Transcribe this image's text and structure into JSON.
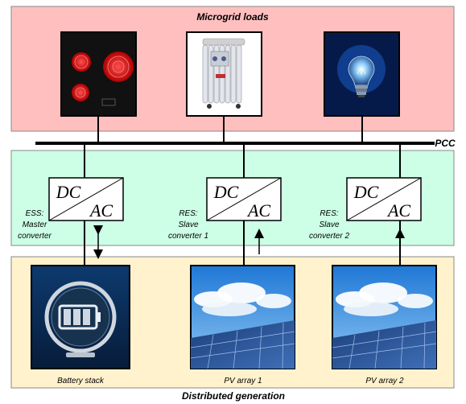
{
  "loads": {
    "title": "Microgrid loads",
    "items": [
      {
        "icon": "ceramic-cooktop-icon"
      },
      {
        "icon": "oil-radiator-heater-icon"
      },
      {
        "icon": "light-bulb-icon"
      }
    ]
  },
  "bus": {
    "label": "PCC"
  },
  "converters": [
    {
      "top": "DC",
      "bottom": "AC",
      "caption": [
        "ESS:",
        "Master",
        "converter"
      ],
      "power_flow": "bidirectional"
    },
    {
      "top": "DC",
      "bottom": "AC",
      "caption": [
        "RES:",
        "Slave",
        "converter 1"
      ],
      "power_flow": "up"
    },
    {
      "top": "DC",
      "bottom": "AC",
      "caption": [
        "RES:",
        "Slave",
        "converter 2"
      ],
      "power_flow": "up"
    }
  ],
  "generation": {
    "title": "Distributed generation",
    "items": [
      {
        "label": "Battery stack",
        "icon": "battery-icon"
      },
      {
        "label": "PV array 1",
        "icon": "solar-panel-icon"
      },
      {
        "label": "PV array 2",
        "icon": "solar-panel-icon"
      }
    ]
  },
  "colors": {
    "loads_bg": "#ffbfbf",
    "converters_bg": "#ccffe6",
    "generation_bg": "#fff2cc",
    "bus": "#000000"
  }
}
